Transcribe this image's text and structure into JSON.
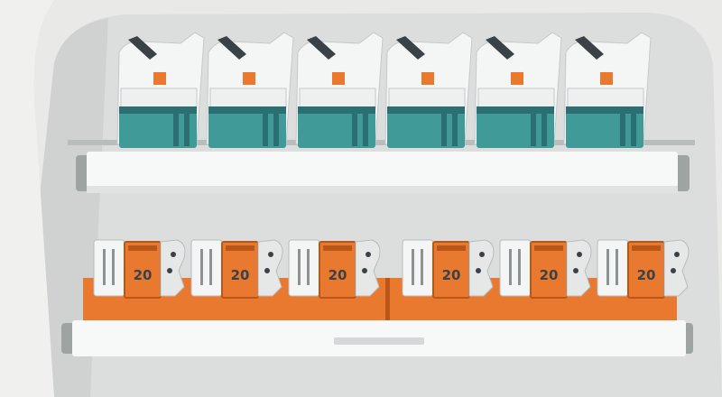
{
  "scene": {
    "colors": {
      "background": "#e9e9e7",
      "cabinet": "#dcdedd",
      "cabinet_dark": "#c9cccb",
      "shelf": "#f7f8f8",
      "shelf_shadow": "#9ea3a4",
      "teal": "#3f9a98",
      "teal_dark": "#2b6f72",
      "orange": "#e8792e",
      "orange_dark": "#b85718",
      "dark": "#3b4247",
      "white": "#f4f5f5"
    },
    "top_units": [
      {},
      {},
      {},
      {},
      {},
      {}
    ],
    "bottom_modules": [
      {
        "label": "20"
      },
      {
        "label": "20"
      },
      {
        "label": "20"
      },
      {
        "label": "20"
      },
      {
        "label": "20"
      },
      {
        "label": "20"
      }
    ]
  }
}
